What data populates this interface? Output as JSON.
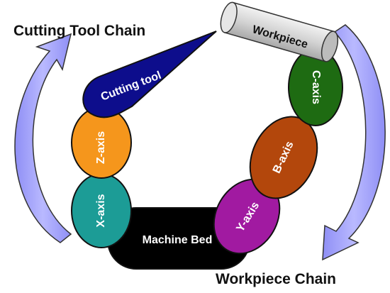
{
  "labels": {
    "cutting_tool_chain": "Cutting Tool Chain",
    "workpiece_chain": "Workpiece Chain"
  },
  "links": {
    "workpiece": "Workpiece",
    "c_axis": "C-axis",
    "b_axis": "B-axis",
    "y_axis": "Y-axis",
    "machine_bed": "Machine Bed",
    "x_axis": "X-axis",
    "z_axis": "Z-axis",
    "cutting_tool": "Cutting tool"
  },
  "colors": {
    "workpiece": "#d3d3d3",
    "c_axis": "#1e6b12",
    "b_axis": "#b3470c",
    "y_axis": "#a11aa1",
    "machine_bed": "#000000",
    "x_axis": "#1c9c96",
    "z_axis": "#f5961c",
    "cutting_tool": "#0d0d8c",
    "arrow_fill": "#a8a8ff"
  }
}
